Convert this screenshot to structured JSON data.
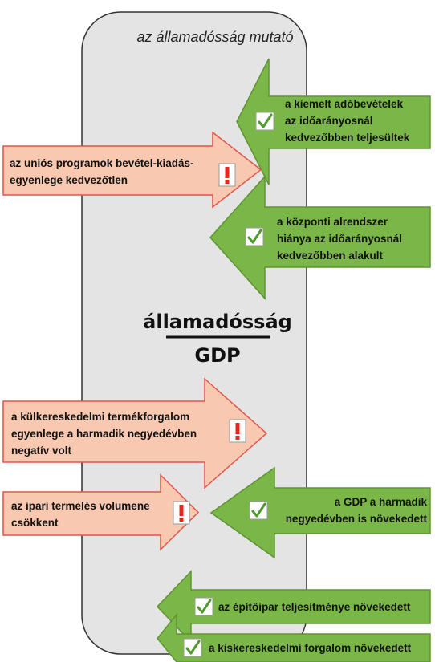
{
  "panel": {
    "title": "az államadósság mutató"
  },
  "ratio": {
    "numerator": "államadósság",
    "denominator": "GDP"
  },
  "colors": {
    "panel_fill": "#e4e4e4",
    "panel_stroke": "#333333",
    "positive_fill": "#7ab648",
    "positive_stroke": "#5e9532",
    "negative_fill": "#f8c8b0",
    "negative_stroke": "#e0554a",
    "warning_mark": "#e8261e"
  },
  "arrows": [
    {
      "kind": "positive",
      "icon": "check-icon",
      "lines": [
        "a kiemelt adóbevételek",
        "az időarányosnál",
        "kedvezőbben teljesültek"
      ]
    },
    {
      "kind": "negative",
      "icon": "exclamation-icon",
      "lines": [
        "az uniós programok bevétel-kiadás-",
        "egyenlege kedvezőtlen"
      ]
    },
    {
      "kind": "positive",
      "icon": "check-icon",
      "lines": [
        "a központi alrendszer",
        "hiánya az időarányosnál",
        "kedvezőbben alakult"
      ]
    },
    {
      "kind": "negative",
      "icon": "exclamation-icon",
      "lines": [
        "a külkereskedelmi termékforgalom",
        "egyenlege a harmadik negyedévben",
        "negatív volt"
      ]
    },
    {
      "kind": "negative",
      "icon": "exclamation-icon",
      "lines": [
        "az ipari termelés volumene",
        "csökkent"
      ]
    },
    {
      "kind": "positive",
      "icon": "check-icon",
      "lines": [
        "a GDP a harmadik",
        "negyedévben is növekedett"
      ]
    },
    {
      "kind": "positive",
      "icon": "check-icon",
      "lines": [
        "az építőipar teljesítménye növekedett"
      ]
    },
    {
      "kind": "positive",
      "icon": "check-icon",
      "lines": [
        "a kiskereskedelmi forgalom növekedett"
      ]
    }
  ]
}
